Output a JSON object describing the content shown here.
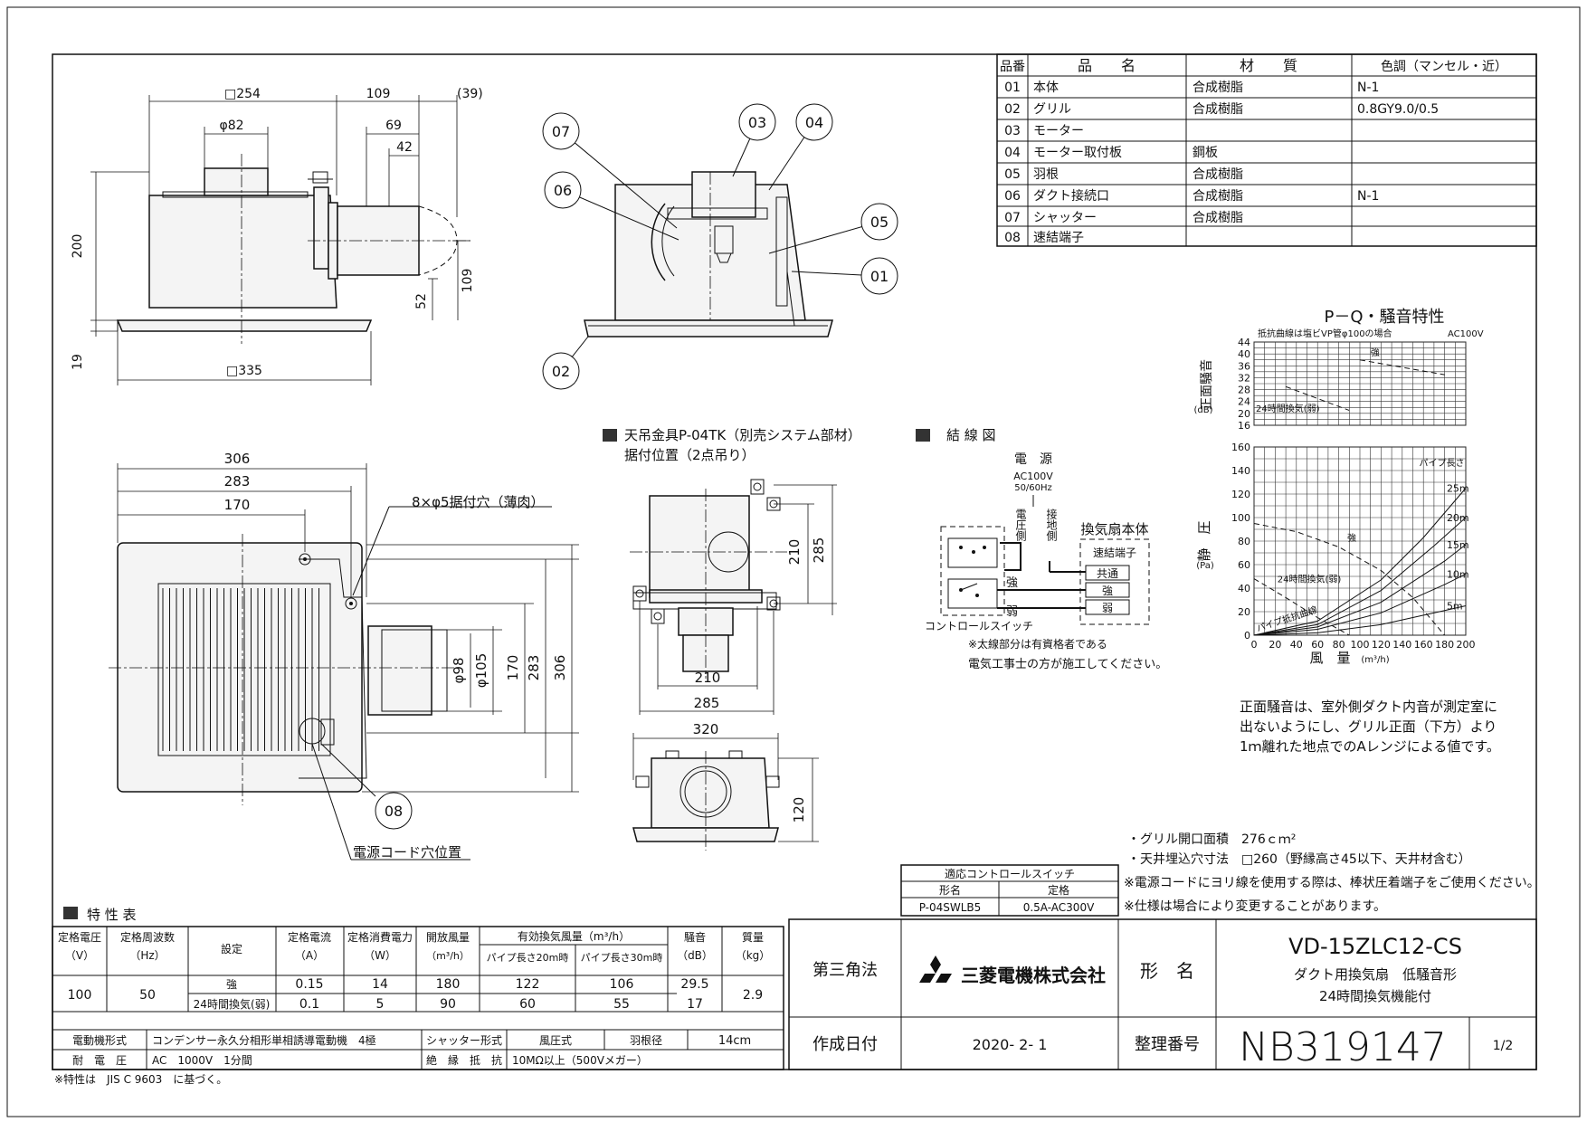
{
  "parts_table": {
    "headers": [
      "品番",
      "品　　名",
      "材　　質",
      "色調（マンセル・近）"
    ],
    "rows": [
      [
        "01",
        "本体",
        "合成樹脂",
        "N-1"
      ],
      [
        "02",
        "グリル",
        "合成樹脂",
        "0.8GY9.0/0.5"
      ],
      [
        "03",
        "モーター",
        "",
        ""
      ],
      [
        "04",
        "モーター取付板",
        "鋼板",
        ""
      ],
      [
        "05",
        "羽根",
        "合成樹脂",
        ""
      ],
      [
        "06",
        "ダクト接続口",
        "合成樹脂",
        "N-1"
      ],
      [
        "07",
        "シャッター",
        "合成樹脂",
        ""
      ],
      [
        "08",
        "速結端子",
        "",
        ""
      ]
    ]
  },
  "side_view": {
    "dims": [
      "□254",
      "109",
      "(39)",
      "φ82",
      "69",
      "42",
      "200",
      "109",
      "52",
      "19",
      "□335"
    ]
  },
  "section_view": {
    "callouts": [
      "07",
      "03",
      "04",
      "06",
      "05",
      "01",
      "02"
    ]
  },
  "top_view": {
    "dims": [
      "306",
      "283",
      "170",
      "φ98",
      "φ105",
      "170",
      "283",
      "306"
    ],
    "hole_label": "8×φ5据付穴（薄肉）",
    "cord_label": "電源コード穴位置",
    "callout": "08"
  },
  "hanger": {
    "title": "天吊金具P-04TK（別売システム部材）",
    "subtitle": "据付位置（2点吊り）",
    "dims": [
      "210",
      "285",
      "210",
      "285",
      "320",
      "120"
    ]
  },
  "wiring": {
    "title": "結 線 図",
    "power": "電　源",
    "voltage": "AC100V",
    "freq": "50/60Hz",
    "side1": "電圧側",
    "side2": "接地側",
    "unit": "換気扇本体",
    "terminal": "速結端子",
    "t1": "共通",
    "t2": "強",
    "t3": "弱",
    "strong": "強",
    "weak": "弱",
    "switch": "コントロールスイッチ",
    "note1": "※太線部分は有資格者である",
    "note2": "電気工事士の方が施工してください。"
  },
  "pq_chart": {
    "title": "P－Q・騒音特性",
    "noise_note": "抵抗曲線は塩ビVP管φ100の場合",
    "ac": "AC100V",
    "noise_ylabel": "正面騒音",
    "noise_unit": "(dB)",
    "static_ylabel": "静　圧",
    "static_unit": "(Pa)",
    "xlabel": "風　量",
    "xunit": "(m³/h)",
    "strong": "強",
    "weak24": "24時間換気(弱)",
    "pipe_len": "パイプ長さ",
    "pipe_res": "パイプ抵抗曲線",
    "pipe_labels": [
      "25m",
      "20m",
      "15m",
      "10m",
      "5m"
    ]
  },
  "chart_data": {
    "type": "line",
    "noise": {
      "y_ticks": [
        44,
        40,
        36,
        32,
        28,
        24,
        20,
        16
      ],
      "ylim": [
        16,
        44
      ],
      "xlim": [
        0,
        200
      ],
      "series": [
        {
          "name": "強",
          "x": [
            100,
            180
          ],
          "y": [
            38,
            33
          ]
        },
        {
          "name": "24時間換気(弱)",
          "x": [
            30,
            90
          ],
          "y": [
            29,
            21
          ]
        }
      ]
    },
    "pressure": {
      "x_ticks": [
        0,
        20,
        40,
        60,
        80,
        100,
        120,
        140,
        160,
        180,
        200
      ],
      "y_ticks": [
        0,
        20,
        40,
        60,
        80,
        100,
        120,
        140,
        160
      ],
      "xlim": [
        0,
        200
      ],
      "ylim": [
        0,
        160
      ],
      "series": [
        {
          "name": "強",
          "x": [
            0,
            40,
            80,
            120,
            150,
            180
          ],
          "y": [
            95,
            88,
            75,
            55,
            32,
            0
          ]
        },
        {
          "name": "24時間換気(弱)",
          "x": [
            0,
            30,
            60,
            90
          ],
          "y": [
            48,
            32,
            15,
            0
          ]
        },
        {
          "name": "25m",
          "x": [
            0,
            60,
            120,
            160,
            200
          ],
          "y": [
            0,
            12,
            47,
            83,
            125
          ]
        },
        {
          "name": "20m",
          "x": [
            0,
            60,
            120,
            170,
            200
          ],
          "y": [
            0,
            9,
            38,
            76,
            100
          ]
        },
        {
          "name": "15m",
          "x": [
            0,
            60,
            120,
            180,
            200
          ],
          "y": [
            0,
            7,
            28,
            63,
            77
          ]
        },
        {
          "name": "10m",
          "x": [
            0,
            60,
            120,
            180,
            200
          ],
          "y": [
            0,
            5,
            19,
            43,
            52
          ]
        },
        {
          "name": "5m",
          "x": [
            0,
            60,
            120,
            180,
            200
          ],
          "y": [
            0,
            2,
            9,
            21,
            25
          ]
        }
      ]
    }
  },
  "noise_explanation": [
    "正面騒音は、室外側ダクト内音が測定室に",
    "出ないようにし、グリル正面（下方）より",
    "1ｍ離れた地点でのAレンジによる値です。"
  ],
  "notes": [
    "・グリル開口面積　276ｃｍ²",
    "・天井埋込穴寸法　□260（野縁高さ45以下、天井材含む）",
    "※電源コードにヨリ線を使用する際は、棒状圧着端子をご使用ください。",
    "※仕様は場合により変更することがあります。"
  ],
  "switch_table": {
    "title": "適応コントロールスイッチ",
    "headers": [
      "形名",
      "定格"
    ],
    "row": [
      "P-04SWLB5",
      "0.5A-AC300V"
    ]
  },
  "spec": {
    "title": "特 性 表",
    "h_voltage": "定格電圧",
    "h_voltage_u": "（V）",
    "h_freq": "定格周波数",
    "h_freq_u": "（Hz）",
    "h_setting": "設定",
    "h_current": "定格電流",
    "h_current_u": "（A）",
    "h_power": "定格消費電力",
    "h_power_u": "（W）",
    "h_open": "開放風量",
    "h_open_u": "（m³/h）",
    "h_eff": "有効換気風量（m³/h）",
    "h_p20": "パイプ長さ20m時",
    "h_p30": "パイプ長さ30m時",
    "h_noise": "騒音",
    "h_noise_u": "（dB）",
    "h_mass": "質量",
    "h_mass_u": "（kg）",
    "voltage": "100",
    "freq": "50",
    "mass": "2.9",
    "rows": [
      [
        "強",
        "0.15",
        "14",
        "180",
        "122",
        "106",
        "29.5"
      ],
      [
        "24時間換気(弱)",
        "0.1",
        "5",
        "90",
        "60",
        "55",
        "17"
      ]
    ],
    "motor_label": "電動機形式",
    "motor_value": "コンデンサー永久分相形単相誘導電動機　4極",
    "shutter_label": "シャッター形式",
    "shutter_value": "風圧式",
    "blade_label": "羽根径",
    "blade_value": "14cm",
    "withstand_label": "耐　電　圧",
    "withstand_value": "AC　1000V　1分間",
    "insulation_label": "絶　縁　抵　抗",
    "insulation_value": "10MΩ以上（500Vメガー）",
    "footnote": "※特性は　JIS C 9603　に基づく。"
  },
  "title_block": {
    "projection": "第三角法",
    "company": "三菱電機株式会社",
    "model_label": "形　名",
    "model": "VD-15ZLC12-CS",
    "desc1": "ダクト用換気扇　低騒音形",
    "desc2": "24時間換気機能付",
    "date_label": "作成日付",
    "date": "2020- 2- 1",
    "number_label": "整理番号",
    "number": "NB319147",
    "page": "1/2"
  }
}
